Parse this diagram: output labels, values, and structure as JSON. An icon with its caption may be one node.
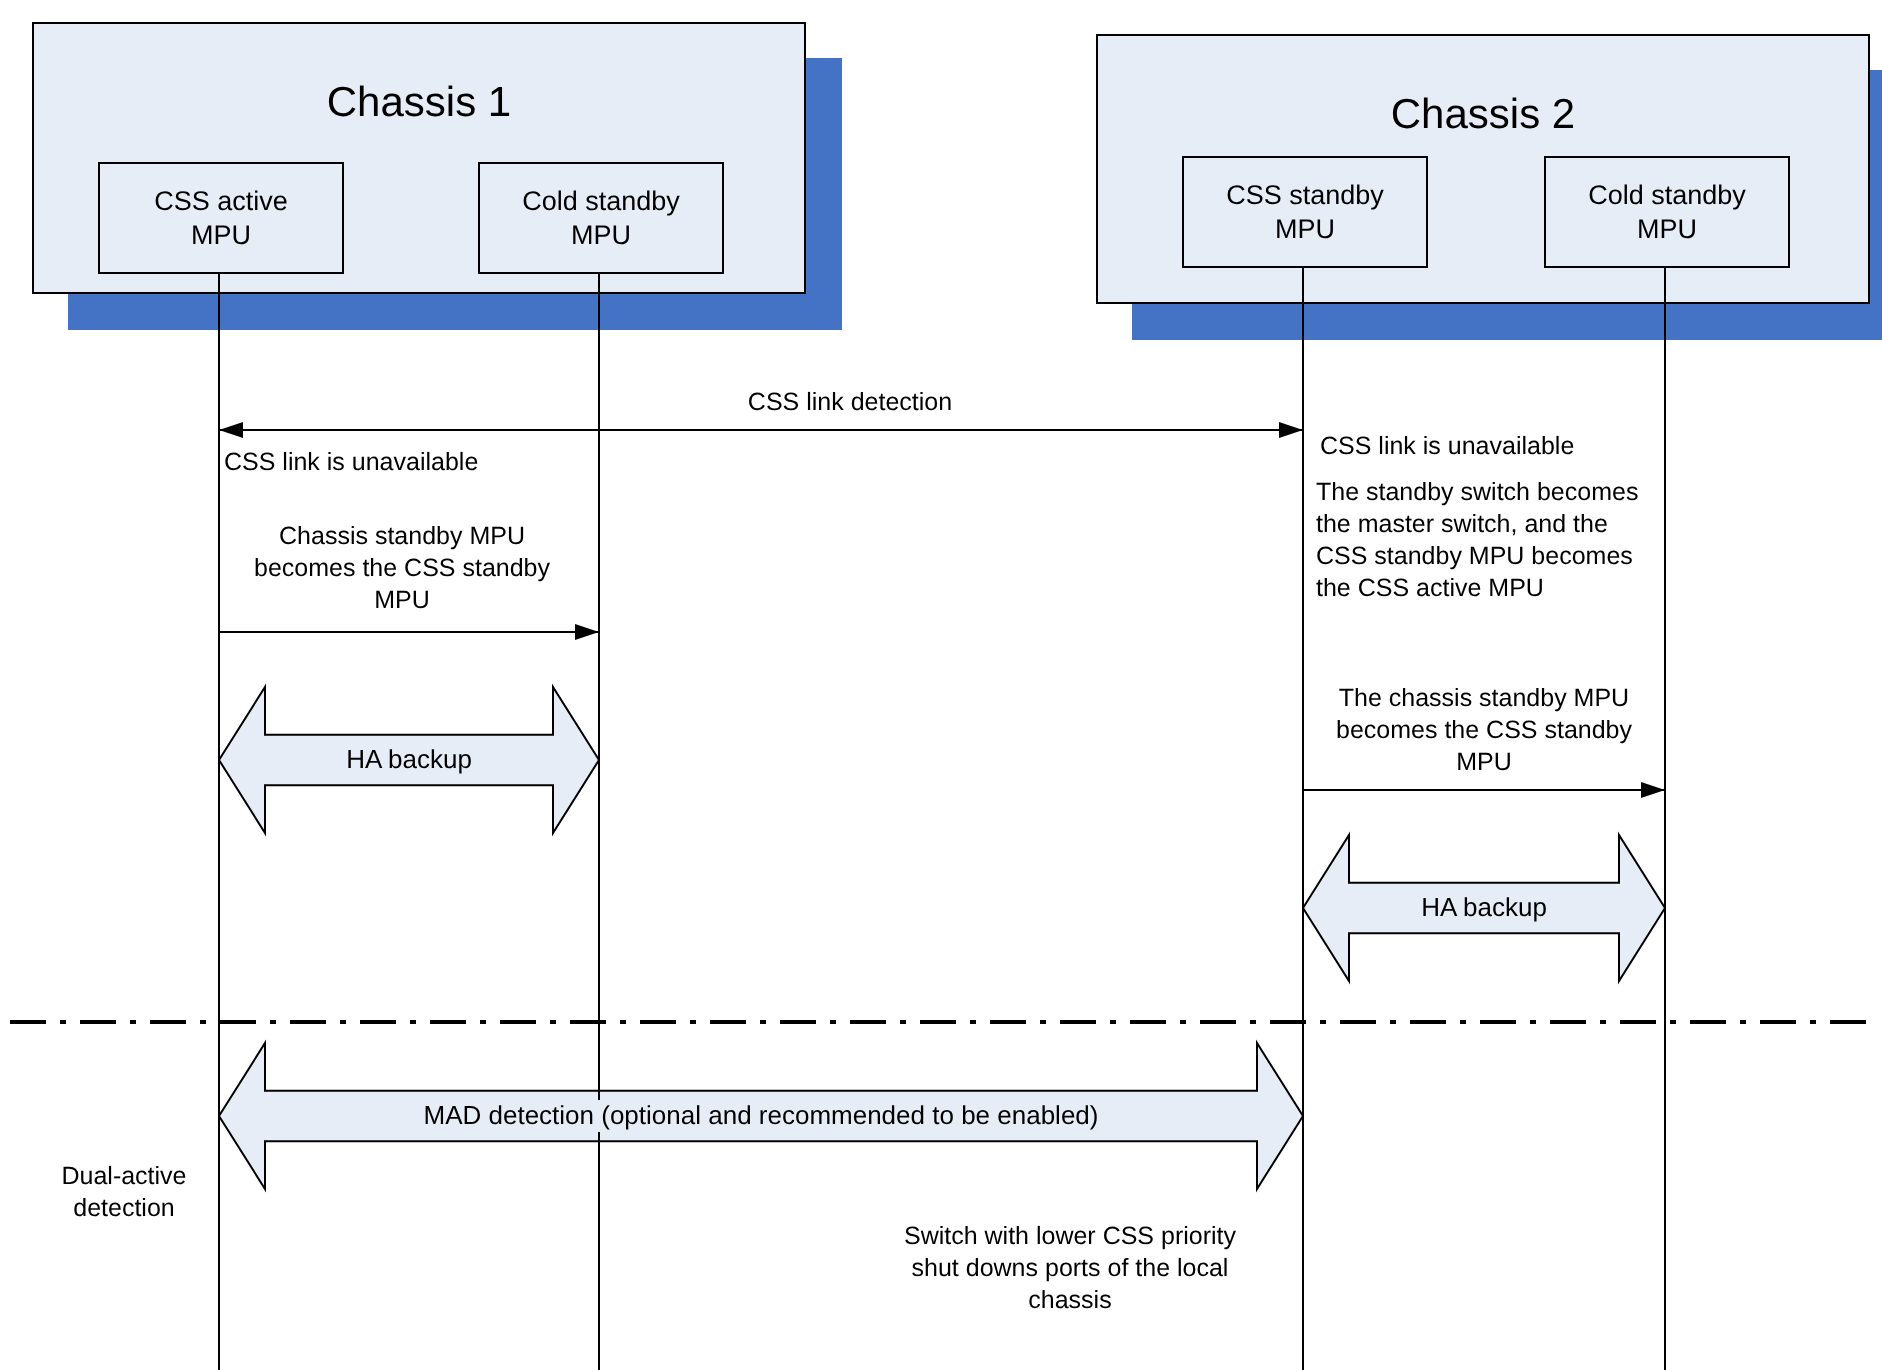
{
  "diagram": {
    "nodes": [
      {
        "text": [
          "Chassis 1"
        ]
      },
      {
        "text": [
          "CSS active MPU"
        ],
        "in": 0
      },
      {
        "text": [
          "Cold standby MPU"
        ],
        "in": 0
      },
      {
        "text": [
          "Chassis 2"
        ]
      },
      {
        "text": [
          "CSS standby MPU"
        ],
        "in": 3
      },
      {
        "text": [
          "Cold standby MPU"
        ],
        "in": 3
      },
      {
        "text": [],
        "shape": "line"
      },
      {
        "text": [],
        "shape": "line"
      },
      {
        "text": [],
        "shape": "line"
      },
      {
        "text": [],
        "shape": "line"
      }
    ],
    "edges": [
      {
        "from": 6,
        "to": 8,
        "arrow": "both",
        "label": "CSS link detection"
      },
      {
        "from": 6,
        "to": 7,
        "arrow": "to",
        "label": "Chassis standby MPU becomes the CSS standby MPU"
      },
      {
        "from": 8,
        "to": 9,
        "arrow": "to",
        "label": "The chassis standby MPU becomes the CSS standby MPU"
      },
      {
        "from": 6,
        "to": 7,
        "arrow": "both",
        "label": "HA backup",
        "style": "thick"
      },
      {
        "from": 8,
        "to": 9,
        "arrow": "both",
        "label": "HA backup",
        "style": "thick"
      },
      {
        "from": 6,
        "to": 8,
        "arrow": "both",
        "label": "MAD detection (optional and recommended to be enabled)",
        "style": "thick"
      }
    ],
    "labels": [
      "CSS link is unavailable",
      "CSS link is unavailable",
      "The standby switch becomes the master switch, and the CSS standby MPU becomes the CSS active MPU",
      "Dual-active detection",
      "Switch with lower CSS priority shut downs ports of the local chassis"
    ]
  }
}
